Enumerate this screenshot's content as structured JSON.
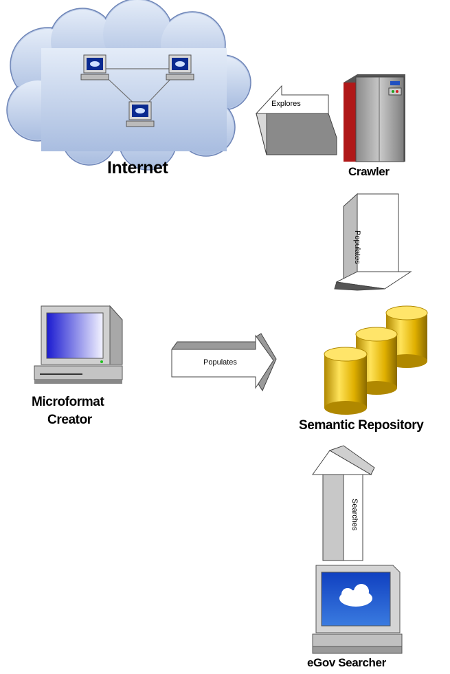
{
  "nodes": {
    "internet": "Internet",
    "crawler": "Crawler",
    "microformat_creator": [
      "Microformat",
      "Creator"
    ],
    "semantic_repository": "Semantic Repository",
    "egov_searcher": "eGov Searcher"
  },
  "edges": {
    "explores": "Explores",
    "crawler_populates": "Populates",
    "creator_populates": "Populates",
    "searches": "Searches"
  }
}
